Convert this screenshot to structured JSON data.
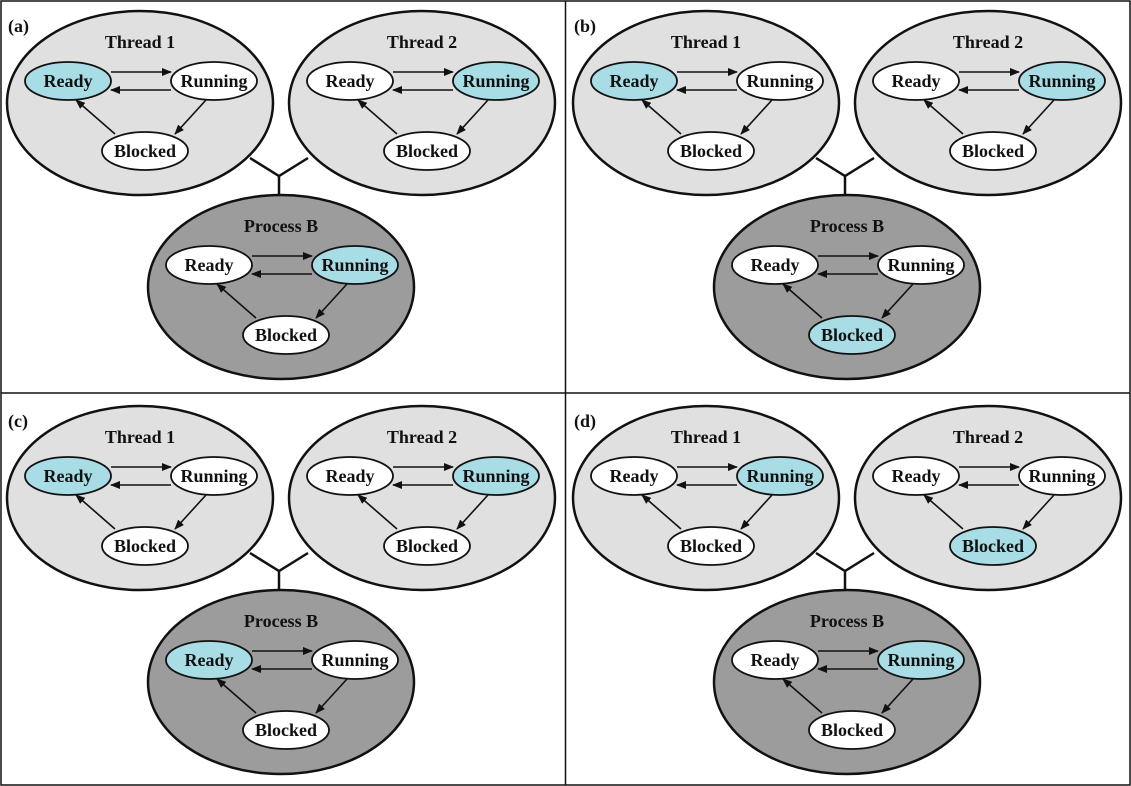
{
  "colors": {
    "thread_fill": "#e0e0e0",
    "process_fill": "#9c9c9c",
    "state_default": "#ffffff",
    "state_active": "#a8dde6",
    "stroke": "#111111"
  },
  "panels": [
    {
      "label": "(a)",
      "threads": [
        {
          "title": "Thread 1",
          "states": {
            "ready": "Ready",
            "running": "Running",
            "blocked": "Blocked"
          },
          "active": "running_none_ready",
          "active_state": "ready"
        },
        {
          "title": "Thread 2",
          "states": {
            "ready": "Ready",
            "running": "Running",
            "blocked": "Blocked"
          },
          "active_state": "running"
        }
      ],
      "process": {
        "title": "Process B",
        "states": {
          "ready": "Ready",
          "running": "Running",
          "blocked": "Blocked"
        },
        "active_state": "running"
      }
    },
    {
      "label": "(b)",
      "threads": [
        {
          "title": "Thread 1",
          "states": {
            "ready": "Ready",
            "running": "Running",
            "blocked": "Blocked"
          },
          "active_state": "ready"
        },
        {
          "title": "Thread 2",
          "states": {
            "ready": "Ready",
            "running": "Running",
            "blocked": "Blocked"
          },
          "active_state": "running"
        }
      ],
      "process": {
        "title": "Process B",
        "states": {
          "ready": "Ready",
          "running": "Running",
          "blocked": "Blocked"
        },
        "active_state": "blocked"
      }
    },
    {
      "label": "(c)",
      "threads": [
        {
          "title": "Thread 1",
          "states": {
            "ready": "Ready",
            "running": "Running",
            "blocked": "Blocked"
          },
          "active_state": "ready"
        },
        {
          "title": "Thread 2",
          "states": {
            "ready": "Ready",
            "running": "Running",
            "blocked": "Blocked"
          },
          "active_state": "running"
        }
      ],
      "process": {
        "title": "Process B",
        "states": {
          "ready": "Ready",
          "running": "Running",
          "blocked": "Blocked"
        },
        "active_state": "ready"
      }
    },
    {
      "label": "(d)",
      "threads": [
        {
          "title": "Thread 1",
          "states": {
            "ready": "Ready",
            "running": "Running",
            "blocked": "Blocked"
          },
          "active_state": "running"
        },
        {
          "title": "Thread 2",
          "states": {
            "ready": "Ready",
            "running": "Running",
            "blocked": "Blocked"
          },
          "active_state": "blocked"
        }
      ],
      "process": {
        "title": "Process B",
        "states": {
          "ready": "Ready",
          "running": "Running",
          "blocked": "Blocked"
        },
        "active_state": "running"
      }
    }
  ]
}
